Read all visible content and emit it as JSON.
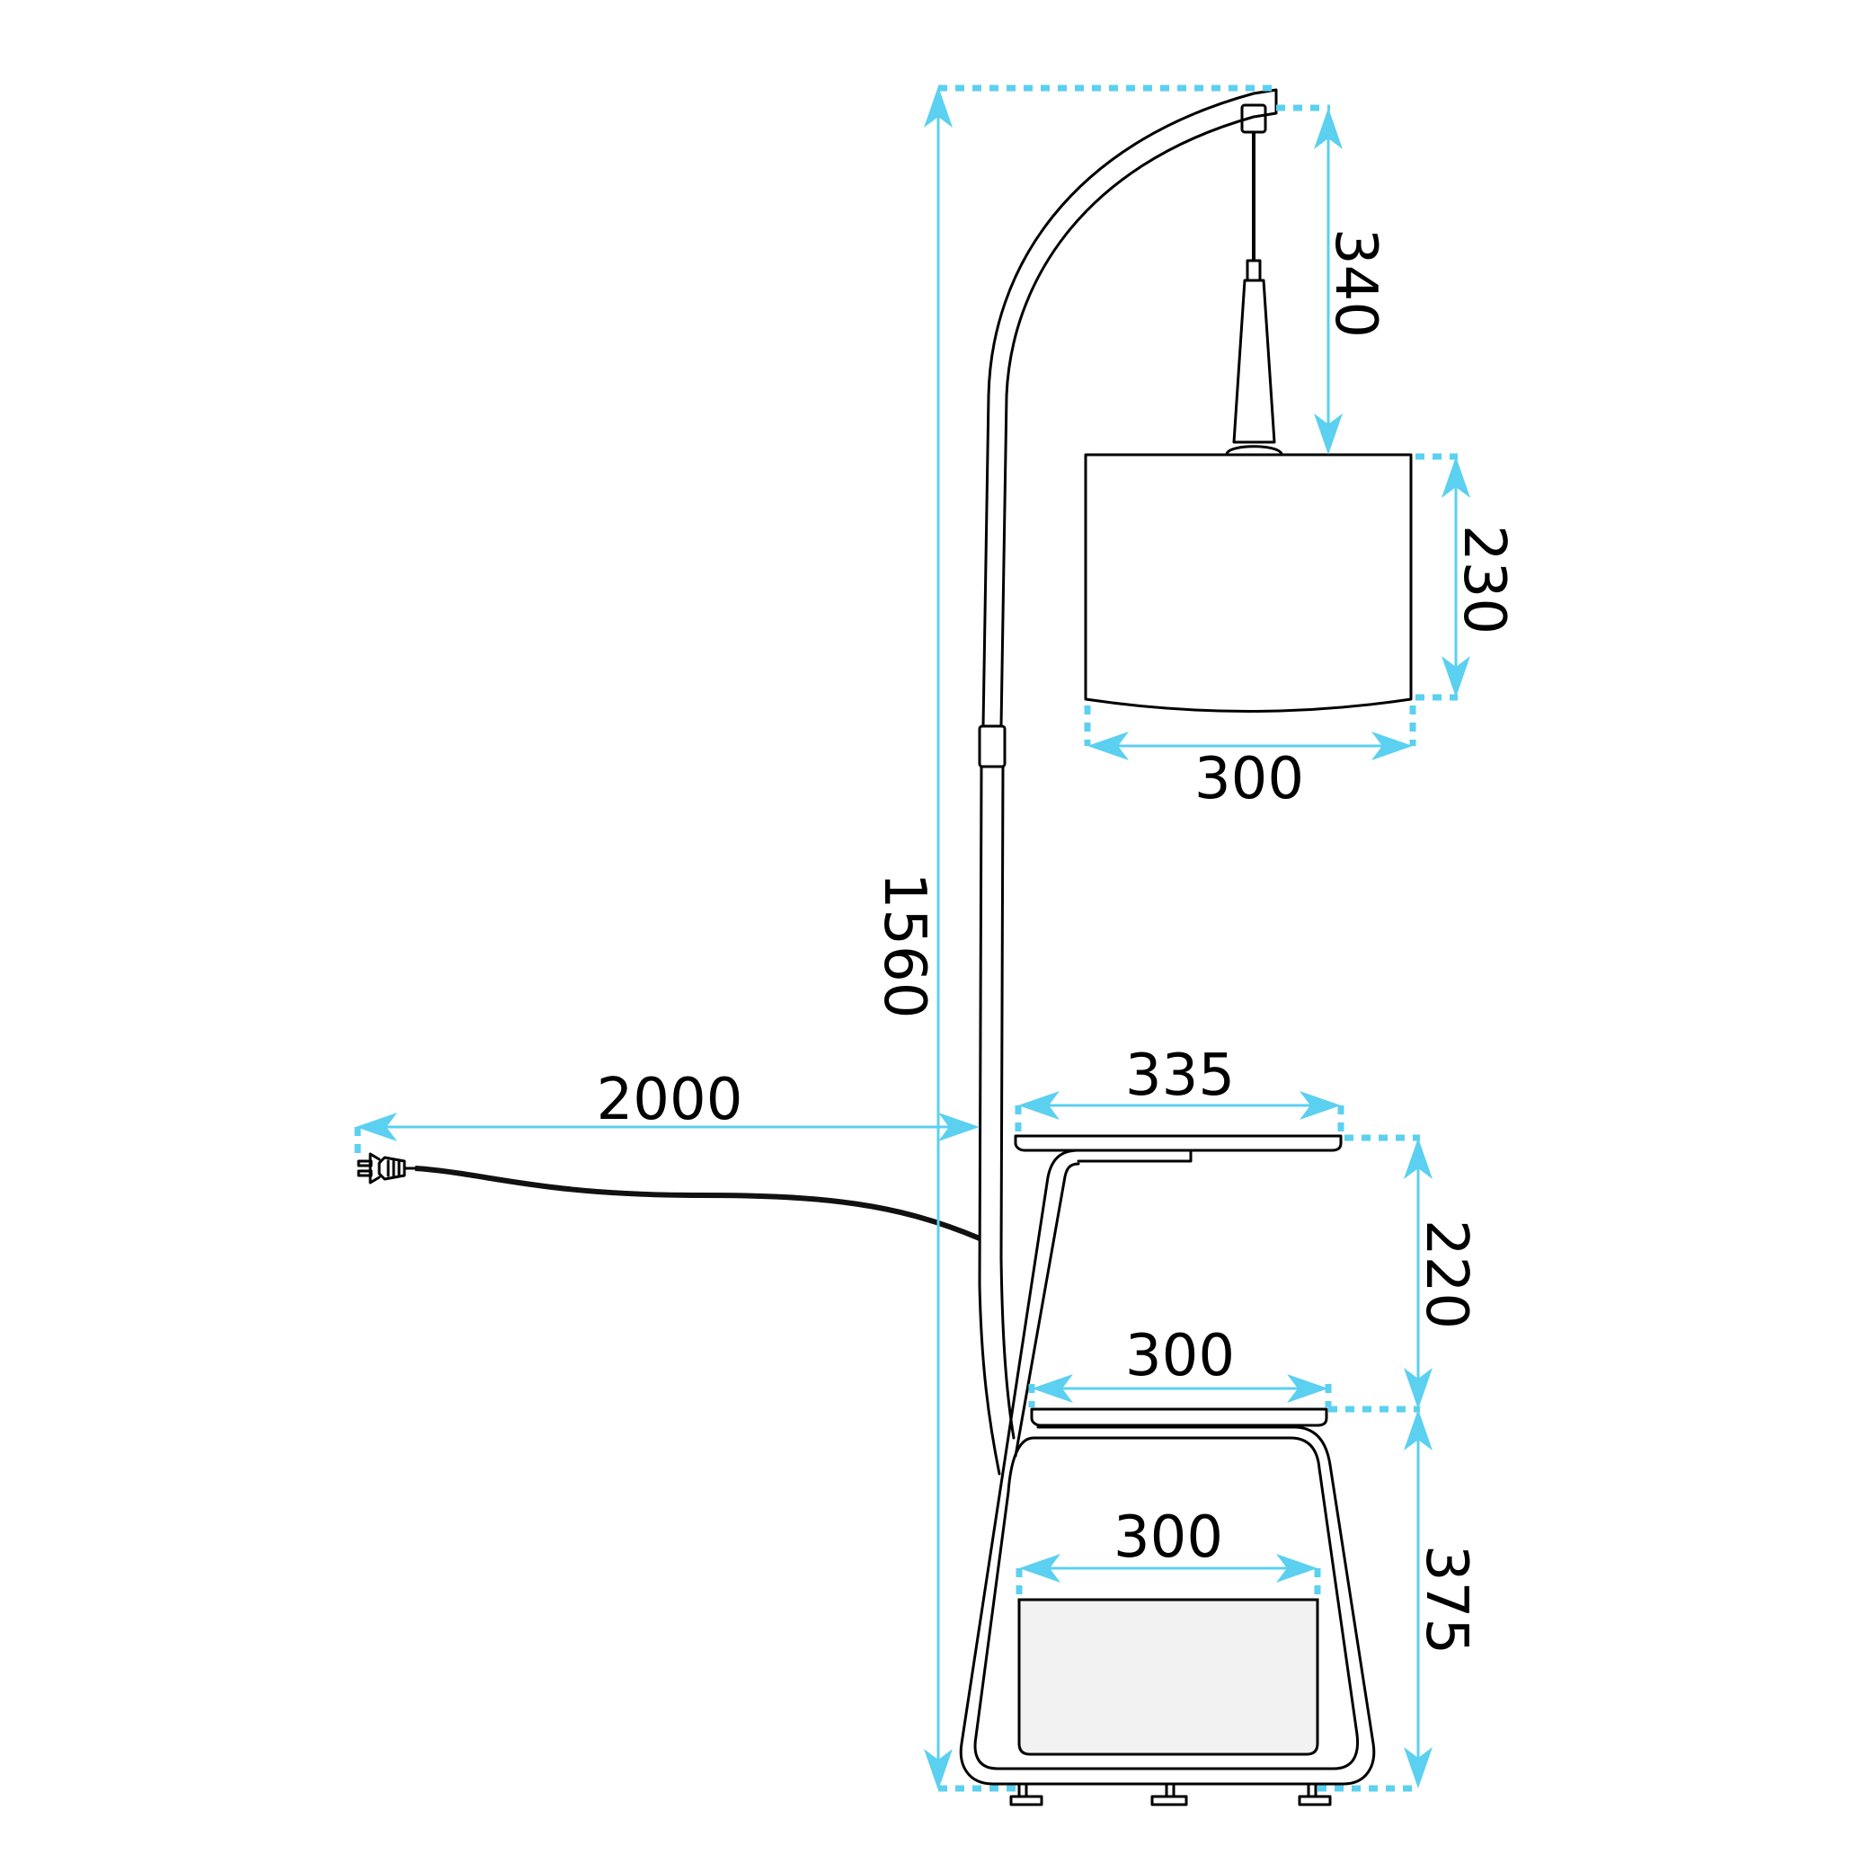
{
  "colors": {
    "dimension": "#5bd0f0",
    "outline": "#000000",
    "basket_fill": "#f2f2f2",
    "background": "#ffffff"
  },
  "dimensions": {
    "total_height": "1560",
    "cord_length": "2000",
    "cord_drop": "340",
    "shade_height": "230",
    "shade_width": "300",
    "top_shelf_width": "335",
    "shelf_spacing": "220",
    "middle_shelf_width": "300",
    "basket_width": "300",
    "base_height": "375"
  }
}
